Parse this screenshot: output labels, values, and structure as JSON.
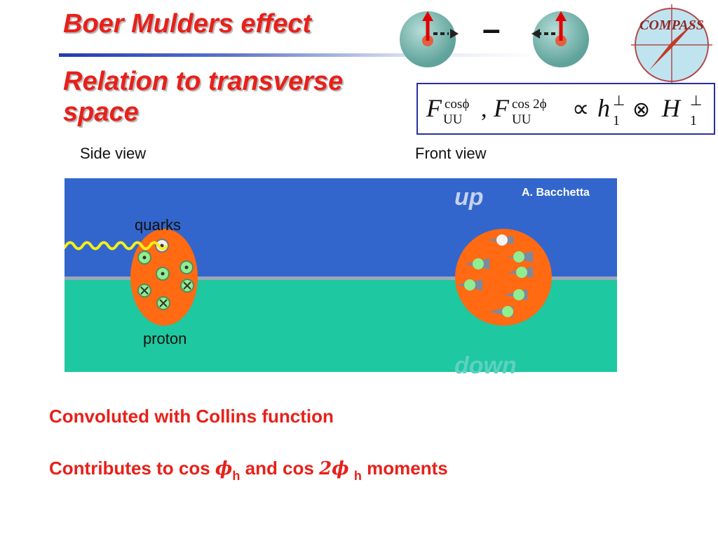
{
  "title": "Boer Mulders effect",
  "subtitle": "Relation to transverse space",
  "minus_sign": "–",
  "logo_text": "COMPASS",
  "formula": {
    "F": "F",
    "cos_phi": "cosϕ",
    "uu": "UU",
    "comma": ",",
    "cos_2phi": "cos 2ϕ",
    "propto": "∝",
    "h": "h",
    "perp": "⊥",
    "one": "1",
    "otimes": "⊗",
    "H": "H"
  },
  "labels": {
    "side_view": "Side view",
    "front_view": "Front view"
  },
  "panel": {
    "credit": "A. Bacchetta",
    "up": "up",
    "down": "down",
    "quarks": "quarks",
    "proton": "proton"
  },
  "lines": {
    "line1": "Convoluted with Collins function",
    "line2_a": "Contributes to cos ",
    "phi": "ϕ",
    "h": "h",
    "line2_b": " and cos ",
    "two_phi": "2ϕ",
    "line2_c": " moments"
  },
  "colors": {
    "title_red": "#e8201a",
    "panel_blue": "#3366cc",
    "panel_green": "#1ec8a0",
    "proton_orange": "#ff6a13",
    "quark_green": "#90ee90",
    "formula_border": "#2a2f9e"
  }
}
